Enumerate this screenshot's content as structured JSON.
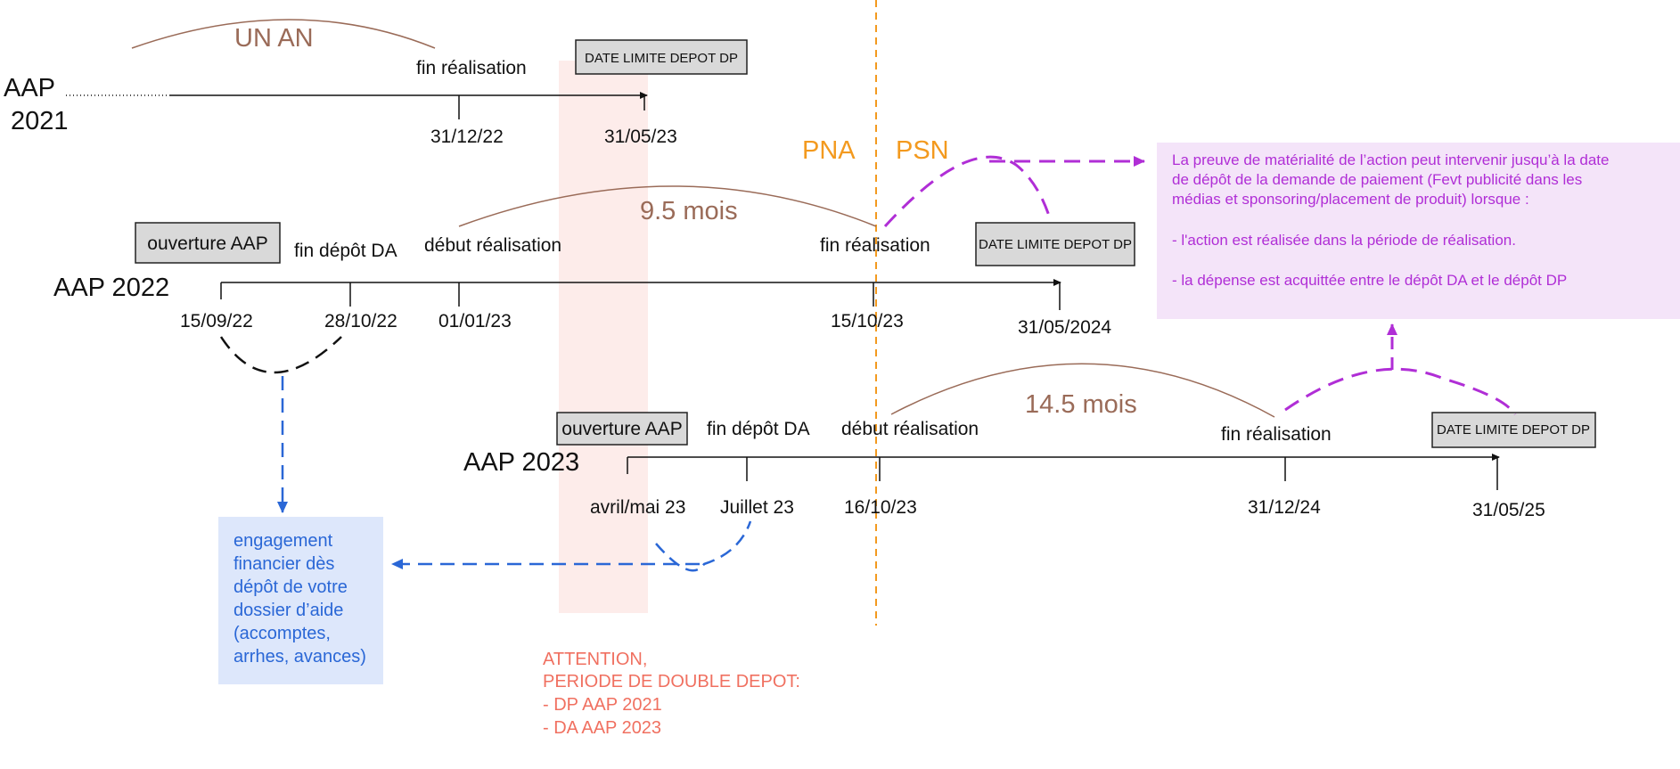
{
  "aap2021": {
    "label_line1": "AAP",
    "label_line2": "2021",
    "duration": "UN AN",
    "event_end": "fin réalisation",
    "deadline_box": "DATE LIMITE DEPOT DP",
    "date_end": "31/12/22",
    "date_deadline": "31/05/23"
  },
  "aap2022": {
    "label": "AAP 2022",
    "open_box": "ouverture AAP",
    "event_da": "fin dépôt DA",
    "event_start": "début réalisation",
    "event_end": "fin réalisation",
    "duration": "9.5 mois",
    "deadline_box": "DATE LIMITE DEPOT DP",
    "dates": [
      "15/09/22",
      "28/10/22",
      "01/01/23",
      "15/10/23",
      "31/05/2024"
    ]
  },
  "aap2023": {
    "label": "AAP 2023",
    "open_box": "ouverture AAP",
    "event_da": "fin dépôt DA",
    "event_start": "début réalisation",
    "event_end": "fin réalisation",
    "duration": "14.5 mois",
    "deadline_box": "DATE LIMITE DEPOT DP",
    "dates": [
      "avril/mai 23",
      "Juillet 23",
      "16/10/23",
      "31/12/24",
      "31/05/25"
    ]
  },
  "phases": {
    "pna": "PNA",
    "psn": "PSN"
  },
  "engagement_note": {
    "lines": [
      "engagement",
      "financier dès",
      "dépôt de votre",
      "dossier d’aide",
      "(accomptes,",
      "arrhes, avances)"
    ]
  },
  "attention_note": {
    "lines": [
      "ATTENTION,",
      "PERIODE DE DOUBLE DEPOT:",
      "- DP AAP 2021",
      "- DA AAP 2023"
    ]
  },
  "proof_note": {
    "lines": [
      "La preuve de matérialité de l’action peut intervenir jusqu’à la date",
      "de dépôt de la demande de paiement (Fevt publicité dans les",
      "médias et sponsoring/placement de produit) lorsque :",
      "-  l'action est réalisée dans la période de réalisation.",
      "- la dépense est acquittée entre le dépôt DA et le dépôt DP"
    ]
  },
  "colors": {
    "duration": "#9a6b58",
    "phase": "#f39a1f",
    "blue": "#2a67d6",
    "magenta": "#b02ed6",
    "attention": "#f07060",
    "double_depot_band": "#fdecea",
    "engagement_bg": "#dde7fb",
    "proof_bg": "#f4e4f9",
    "box_bg": "#d9d9d9"
  }
}
